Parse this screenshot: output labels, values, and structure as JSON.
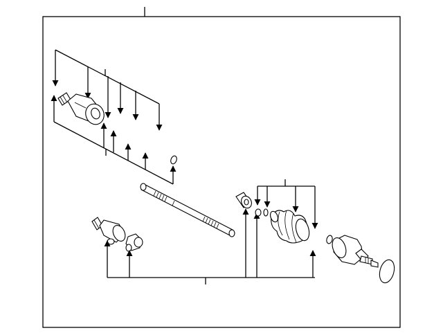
{
  "diagram": {
    "caption": "",
    "colors": {
      "line": "#000000",
      "background": "#ffffff",
      "frame_fill": "#ffffff"
    },
    "parts": [
      "outer-cv-joint-inner-side",
      "axle-shaft",
      "inner-joint-housing",
      "tripod-spider",
      "boot-clamp",
      "cv-boot",
      "outer-cv-joint",
      "dust-shield",
      "snap-ring"
    ]
  }
}
